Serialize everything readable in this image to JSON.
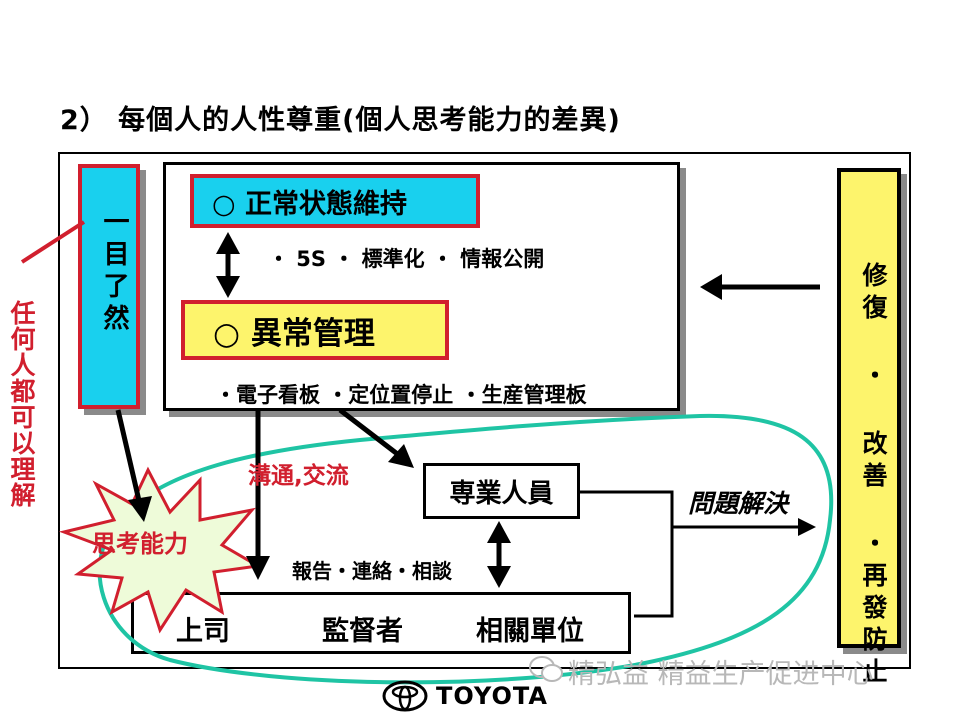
{
  "title": "2） 每個人的人性尊重(個人思考能力的差異)",
  "visual_control": "一目了然",
  "anyone_understands": "任何人都可以理解",
  "normal_state": "○ 正常状態維持",
  "normal_items": "・ 5S ・ 標準化 ・ 情報公開",
  "abnormal_mgmt": "○ 異常管理",
  "abnormal_items": "・電子看板 ・定位置停止 ・生産管理板",
  "communication": "溝通,交流",
  "specialist": "専業人員",
  "thinking": "思考能力",
  "report": "報告・連絡・相談",
  "problem_solving": "問題解決",
  "superior": "上司",
  "supervisor": "監督者",
  "related_unit": "相關單位",
  "repair": "修復 ・ 改善 ・再發防止",
  "watermark": "精弘益 精益生产促进中心",
  "brand": "TOYOTA",
  "colors": {
    "cyan": "#19d0ee",
    "yellow": "#fdf46c",
    "red": "#d11f2e",
    "green": "#1fc4a4",
    "starburst": "#eefbd9"
  }
}
